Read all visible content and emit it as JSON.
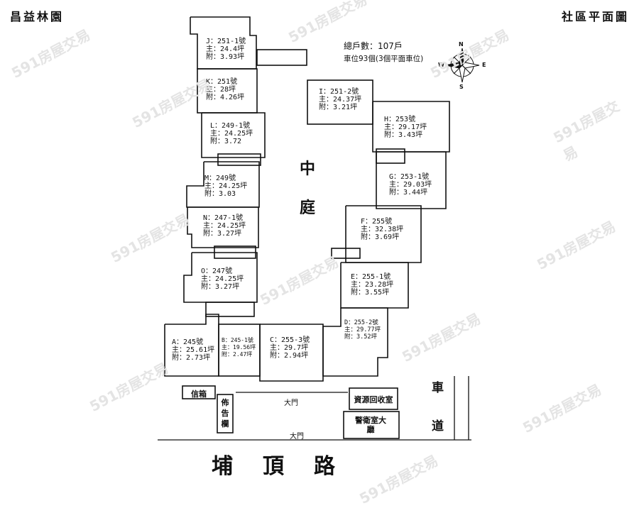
{
  "header": {
    "left_title": "昌益林園",
    "right_title": "社區平面圖"
  },
  "summary": {
    "households": "總戶數：107戶",
    "parking": "車位93個(3個平面車位)"
  },
  "compass": {
    "n": "N",
    "s": "S",
    "e": "E",
    "w": "W"
  },
  "courtyard": {
    "char1": "中",
    "char2": "庭"
  },
  "units": [
    {
      "id": "J",
      "line1": "J：251-1號",
      "line2": "主：24.4坪",
      "line3": "附：3.93坪"
    },
    {
      "id": "K",
      "line1": "K：251號",
      "line2": "主：28坪",
      "line3": "附：4.26坪"
    },
    {
      "id": "L",
      "line1": "L：249-1號",
      "line2": "主：24.25坪",
      "line3": "附：3.72"
    },
    {
      "id": "M",
      "line1": "M：249號",
      "line2": "主：24.25坪",
      "line3": "附：3.03"
    },
    {
      "id": "N",
      "line1": "N：247-1號",
      "line2": "主：24.25坪",
      "line3": "附：3.27坪"
    },
    {
      "id": "O",
      "line1": "O：247號",
      "line2": "主：24.25坪",
      "line3": "附：3.27坪"
    },
    {
      "id": "I",
      "line1": "I：251-2號",
      "line2": "主：24.37坪",
      "line3": "附：3.21坪"
    },
    {
      "id": "H",
      "line1": "H：253號",
      "line2": "主：29.17坪",
      "line3": "附：3.43坪"
    },
    {
      "id": "G",
      "line1": "G：253-1號",
      "line2": "主：29.03坪",
      "line3": "附：3.44坪"
    },
    {
      "id": "F",
      "line1": "F：255號",
      "line2": "主：32.38坪",
      "line3": "附：3.69坪"
    },
    {
      "id": "E",
      "line1": "E：255-1號",
      "line2": "主：23.28坪",
      "line3": "附：3.55坪"
    },
    {
      "id": "D",
      "line1": "D：255-2號",
      "line2": "主：29.77坪",
      "line3": "附：3.52坪"
    },
    {
      "id": "A",
      "line1": "A：245號",
      "line2": "主：25.61坪",
      "line3": "附：2.73坪"
    },
    {
      "id": "B",
      "line1": "B：245-1號",
      "line2": "主：19.56坪",
      "line3": "附：2.47坪"
    },
    {
      "id": "C",
      "line1": "C：255-3號",
      "line2": "主：29.7坪",
      "line3": "附：2.94坪"
    }
  ],
  "facilities": {
    "mailbox": "信箱",
    "bulletin": "佈告欄",
    "recycle": "資源回收室",
    "guard": "警衛室大廳",
    "gate_inner": "大門",
    "gate_outer": "大門",
    "driveway": "車道"
  },
  "road": {
    "name": "埔頂路"
  },
  "watermark": {
    "text": "591房屋交易"
  }
}
